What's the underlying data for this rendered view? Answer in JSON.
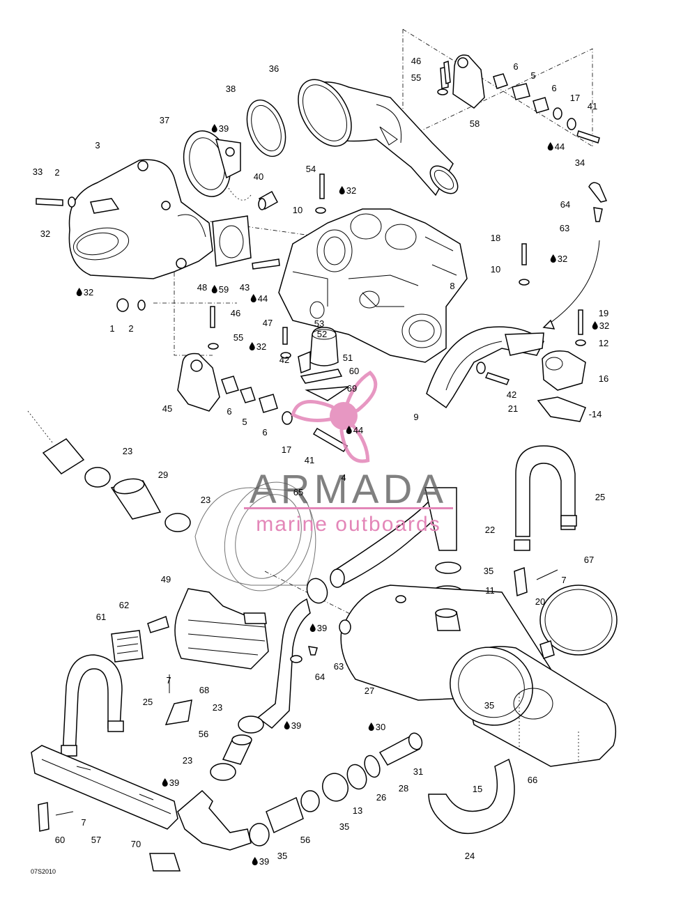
{
  "diagram": {
    "id_code": "07S2010",
    "watermark": {
      "brand": "ARMADA",
      "tagline": "marine outboards",
      "brand_color": "#555555",
      "accent_color": "#e386b8"
    },
    "callouts": [
      {
        "num": "1",
        "glue": false
      },
      {
        "num": "2",
        "glue": false
      },
      {
        "num": "2",
        "glue": false
      },
      {
        "num": "3",
        "glue": false
      },
      {
        "num": "4",
        "glue": false
      },
      {
        "num": "5",
        "glue": false
      },
      {
        "num": "5",
        "glue": false
      },
      {
        "num": "6",
        "glue": false
      },
      {
        "num": "6",
        "glue": false
      },
      {
        "num": "6",
        "glue": false
      },
      {
        "num": "6",
        "glue": false
      },
      {
        "num": "7",
        "glue": false
      },
      {
        "num": "7",
        "glue": false
      },
      {
        "num": "7",
        "glue": false
      },
      {
        "num": "8",
        "glue": false
      },
      {
        "num": "9",
        "glue": false
      },
      {
        "num": "10",
        "glue": false
      },
      {
        "num": "10",
        "glue": false
      },
      {
        "num": "11",
        "glue": false
      },
      {
        "num": "12",
        "glue": false
      },
      {
        "num": "13",
        "glue": false
      },
      {
        "num": "-14",
        "glue": false
      },
      {
        "num": "15",
        "glue": false
      },
      {
        "num": "16",
        "glue": false
      },
      {
        "num": "17",
        "glue": false
      },
      {
        "num": "17",
        "glue": false
      },
      {
        "num": "18",
        "glue": false
      },
      {
        "num": "19",
        "glue": false
      },
      {
        "num": "20",
        "glue": false
      },
      {
        "num": "21",
        "glue": false
      },
      {
        "num": "22",
        "glue": false
      },
      {
        "num": "23",
        "glue": false
      },
      {
        "num": "23",
        "glue": false
      },
      {
        "num": "23",
        "glue": false
      },
      {
        "num": "23",
        "glue": false
      },
      {
        "num": "24",
        "glue": false
      },
      {
        "num": "25",
        "glue": false
      },
      {
        "num": "25",
        "glue": false
      },
      {
        "num": "26",
        "glue": false
      },
      {
        "num": "27",
        "glue": false
      },
      {
        "num": "28",
        "glue": false
      },
      {
        "num": "29",
        "glue": false
      },
      {
        "num": "30",
        "glue": true
      },
      {
        "num": "31",
        "glue": false
      },
      {
        "num": "32",
        "glue": false
      },
      {
        "num": "32",
        "glue": true
      },
      {
        "num": "32",
        "glue": true
      },
      {
        "num": "32",
        "glue": true
      },
      {
        "num": "32",
        "glue": true
      },
      {
        "num": "32",
        "glue": true
      },
      {
        "num": "33",
        "glue": false
      },
      {
        "num": "34",
        "glue": false
      },
      {
        "num": "35",
        "glue": false
      },
      {
        "num": "35",
        "glue": false
      },
      {
        "num": "35",
        "glue": false
      },
      {
        "num": "35",
        "glue": false
      },
      {
        "num": "36",
        "glue": false
      },
      {
        "num": "37",
        "glue": false
      },
      {
        "num": "38",
        "glue": false
      },
      {
        "num": "39",
        "glue": true
      },
      {
        "num": "39",
        "glue": true
      },
      {
        "num": "39",
        "glue": true
      },
      {
        "num": "39",
        "glue": true
      },
      {
        "num": "39",
        "glue": true
      },
      {
        "num": "40",
        "glue": false
      },
      {
        "num": "41",
        "glue": false
      },
      {
        "num": "41",
        "glue": false
      },
      {
        "num": "42",
        "glue": false
      },
      {
        "num": "42",
        "glue": false
      },
      {
        "num": "43",
        "glue": false
      },
      {
        "num": "44",
        "glue": true
      },
      {
        "num": "44",
        "glue": true
      },
      {
        "num": "44",
        "glue": true
      },
      {
        "num": "45",
        "glue": false
      },
      {
        "num": "46",
        "glue": false
      },
      {
        "num": "46",
        "glue": false
      },
      {
        "num": "47",
        "glue": false
      },
      {
        "num": "48",
        "glue": false
      },
      {
        "num": "49",
        "glue": false
      },
      {
        "num": "51",
        "glue": false
      },
      {
        "num": "52",
        "glue": false
      },
      {
        "num": "53",
        "glue": false
      },
      {
        "num": "54",
        "glue": false
      },
      {
        "num": "55",
        "glue": false
      },
      {
        "num": "55",
        "glue": false
      },
      {
        "num": "56",
        "glue": false
      },
      {
        "num": "56",
        "glue": false
      },
      {
        "num": "57",
        "glue": false
      },
      {
        "num": "58",
        "glue": false
      },
      {
        "num": "59",
        "glue": true
      },
      {
        "num": "60",
        "glue": false
      },
      {
        "num": "60",
        "glue": false
      },
      {
        "num": "61",
        "glue": false
      },
      {
        "num": "62",
        "glue": false
      },
      {
        "num": "63",
        "glue": false
      },
      {
        "num": "63",
        "glue": false
      },
      {
        "num": "64",
        "glue": false
      },
      {
        "num": "64",
        "glue": false
      },
      {
        "num": "65",
        "glue": false
      },
      {
        "num": "66",
        "glue": false
      },
      {
        "num": "67",
        "glue": false
      },
      {
        "num": "68",
        "glue": false
      },
      {
        "num": "69",
        "glue": false
      },
      {
        "num": "70",
        "glue": false
      }
    ]
  }
}
